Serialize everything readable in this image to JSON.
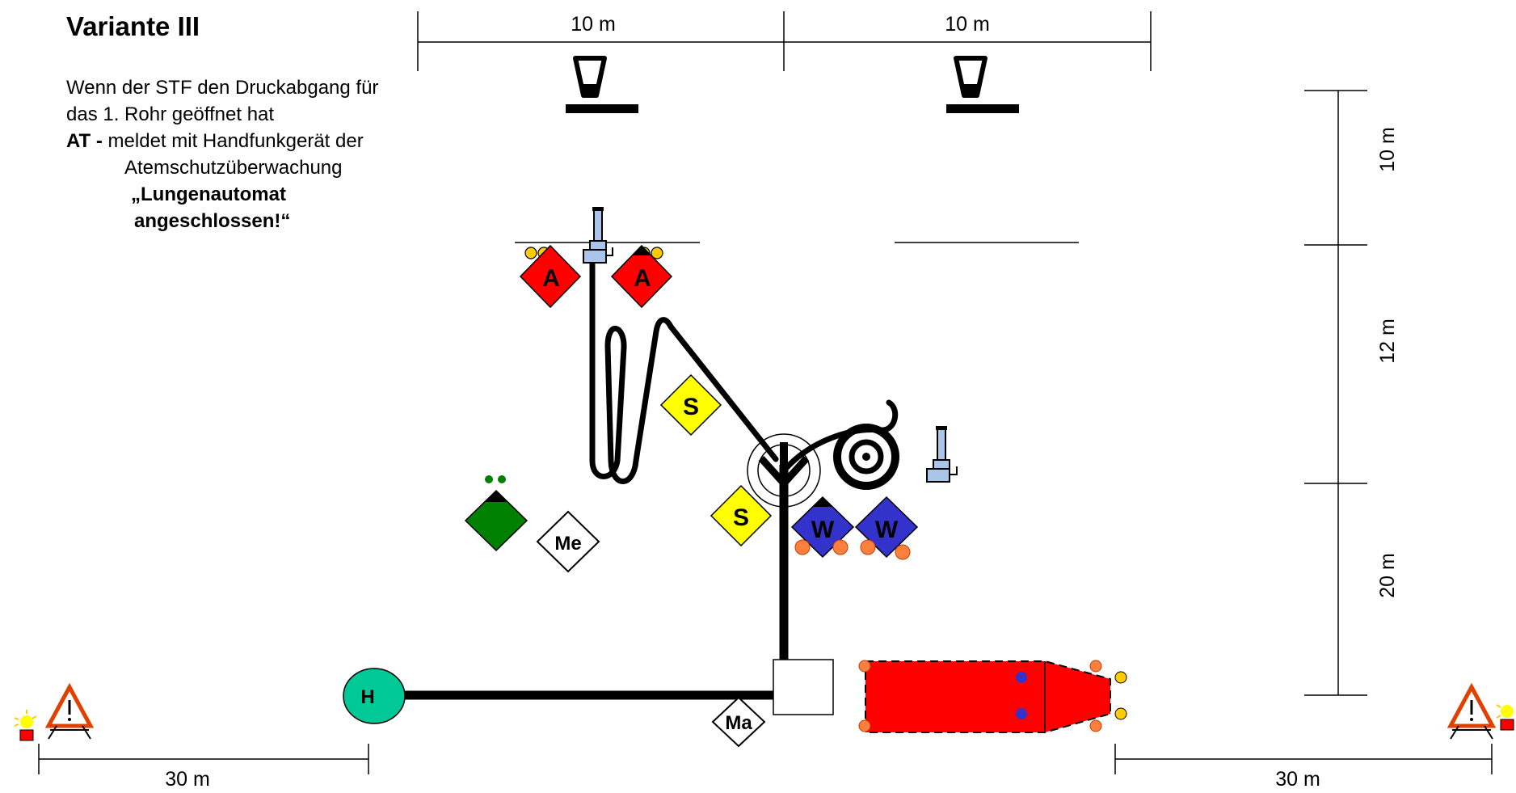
{
  "title": "Variante III",
  "instruction": {
    "line1": "Wenn der STF den Druckabgang für",
    "line2": "das 1. Rohr geöffnet hat",
    "role": "AT  -",
    "line3": " meldet mit Handfunkgerät der",
    "line4": "Atemschutzüberwachung",
    "line5": "„Lungenautomat",
    "line6": "angeschlossen!“"
  },
  "dimensions": {
    "top_left": "10 m",
    "top_right": "10 m",
    "right_top": "10 m",
    "right_middle": "12 m",
    "right_bottom": "20 m",
    "bottom_left": "30 m",
    "bottom_right": "30 m"
  },
  "markers": {
    "angriffstrupp_1": "A",
    "angriffstrupp_2": "A",
    "schlauchtrupp_1": "S",
    "schlauchtrupp_2": "S",
    "wassertrupp_1": "W",
    "wassertrupp_2": "W",
    "melder": "Me",
    "maschinist": "Ma",
    "hydrant": "H"
  },
  "colors": {
    "angriffstrupp": "#ff0000",
    "schlauchtrupp": "#ffff00",
    "wassertrupp": "#3333cc",
    "gruppenfuehrer": "#008000",
    "hydrant": "#00c896",
    "fahrzeug": "#ff0000",
    "persons_a": "#ffcc00",
    "persons_w": "#ff7f3f"
  }
}
